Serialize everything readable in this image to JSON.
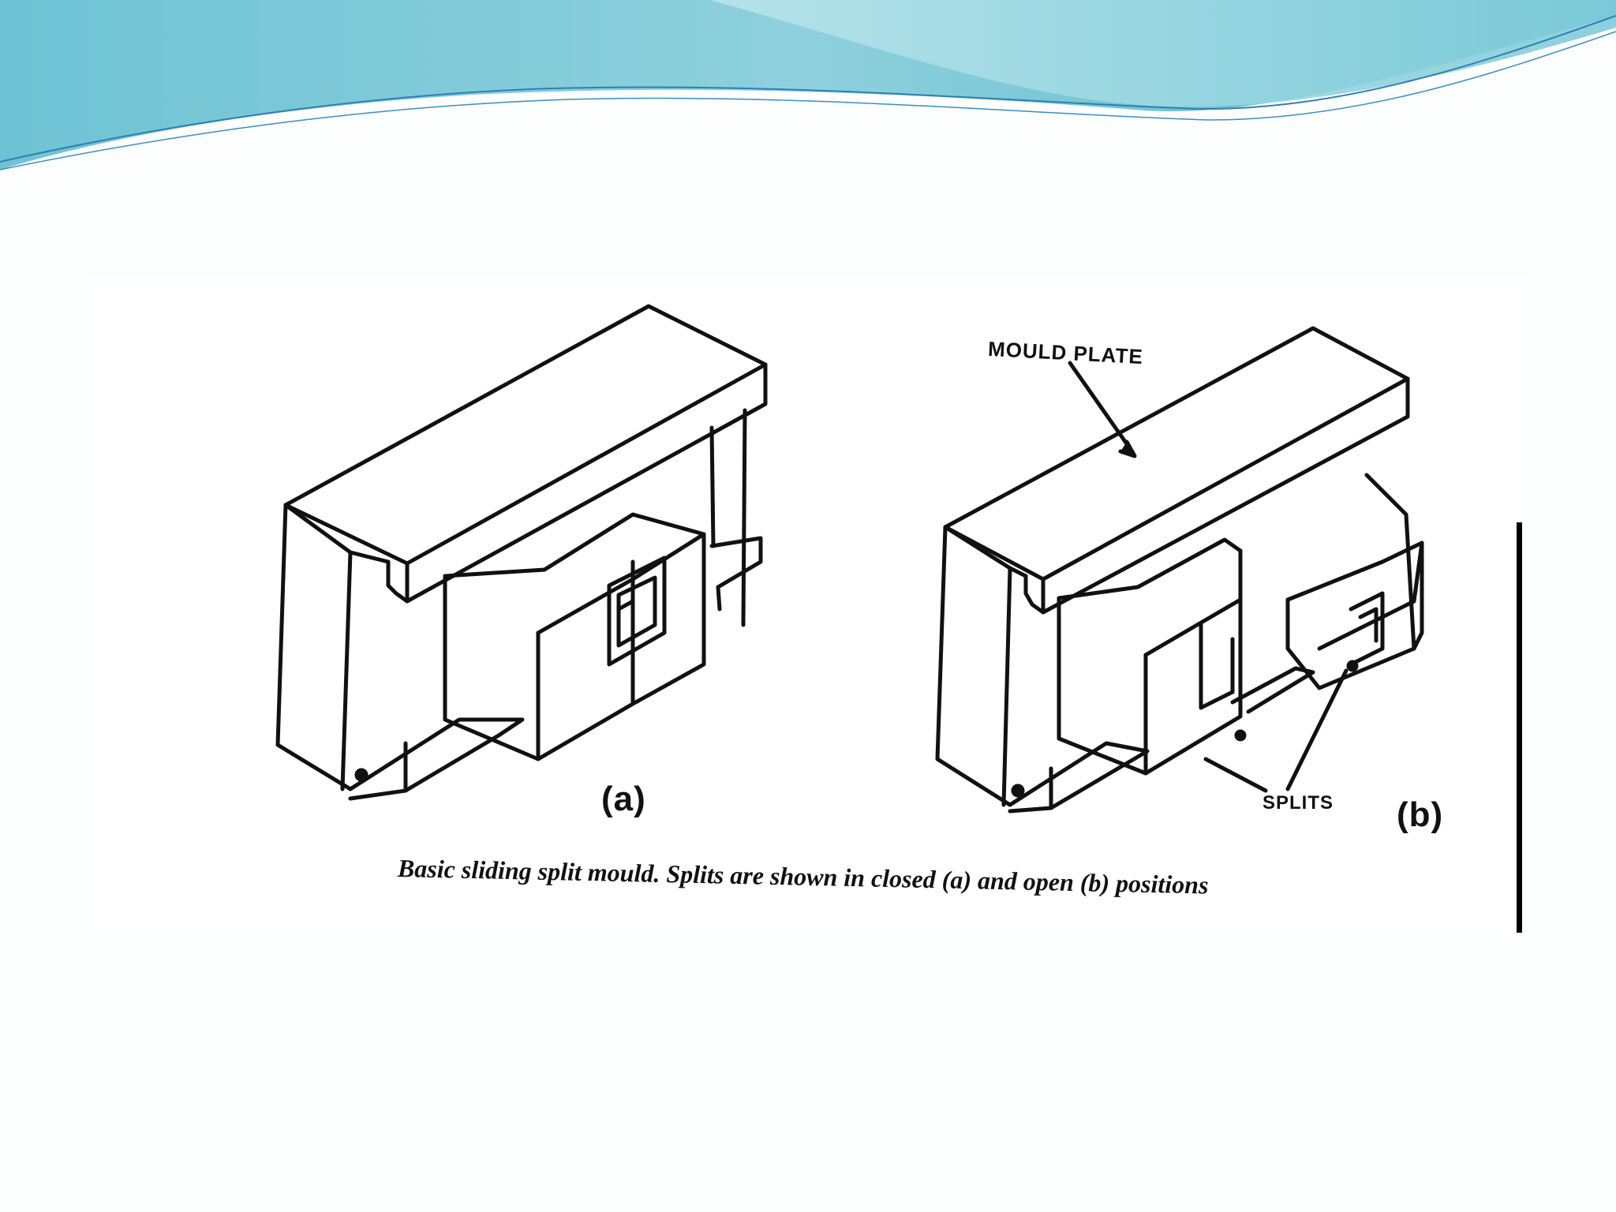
{
  "figure": {
    "labels": {
      "mould_plate": "MOULD PLATE",
      "splits": "SPLITS",
      "panel_a": "(a)",
      "panel_b": "(b)"
    },
    "caption": "Basic sliding split mould. Splits are shown in closed (a) and open (b) positions"
  },
  "colors": {
    "wave_dark": "#5ab3c9",
    "wave_light": "#a9dde6",
    "line": "#111111",
    "background": "#ffffff"
  }
}
